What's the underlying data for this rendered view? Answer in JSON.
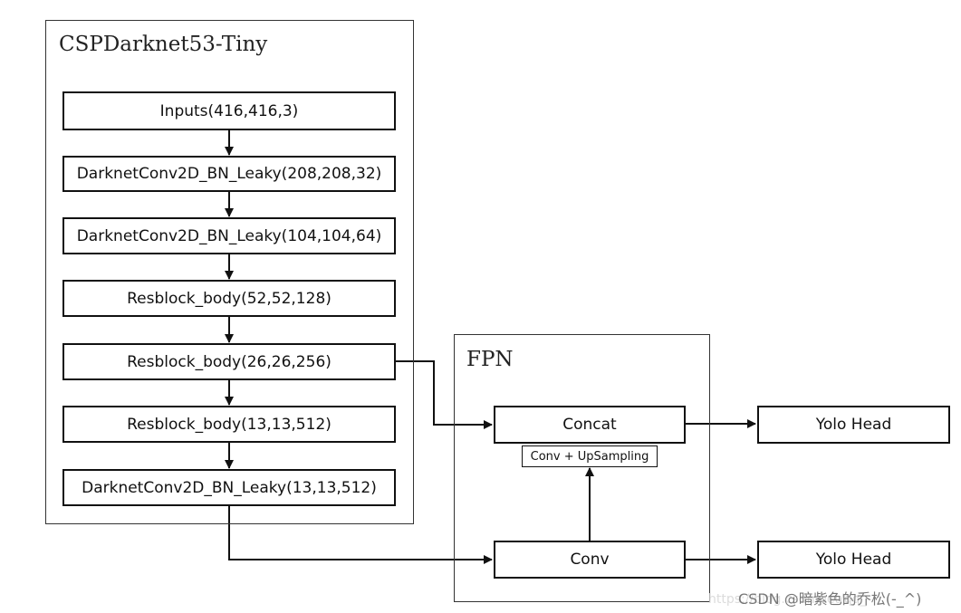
{
  "backbone": {
    "title": "CSPDarknet53-Tiny",
    "layers": [
      "Inputs(416,416,3)",
      "DarknetConv2D_BN_Leaky(208,208,32)",
      "DarknetConv2D_BN_Leaky(104,104,64)",
      "Resblock_body(52,52,128)",
      "Resblock_body(26,26,256)",
      "Resblock_body(13,13,512)",
      "DarknetConv2D_BN_Leaky(13,13,512)"
    ]
  },
  "fpn": {
    "title": "FPN",
    "concat_label": "Concat",
    "upsample_label": "Conv + UpSampling",
    "conv_label": "Conv"
  },
  "heads": [
    "Yolo Head",
    "Yolo Head"
  ],
  "watermark": {
    "url_fragment": "https://blog.csdn.net/qq_",
    "text": "CSDN @暗紫色的乔松(-_^)"
  },
  "colors": {
    "line": "#111111",
    "frame": "#333333",
    "background": "#ffffff"
  }
}
